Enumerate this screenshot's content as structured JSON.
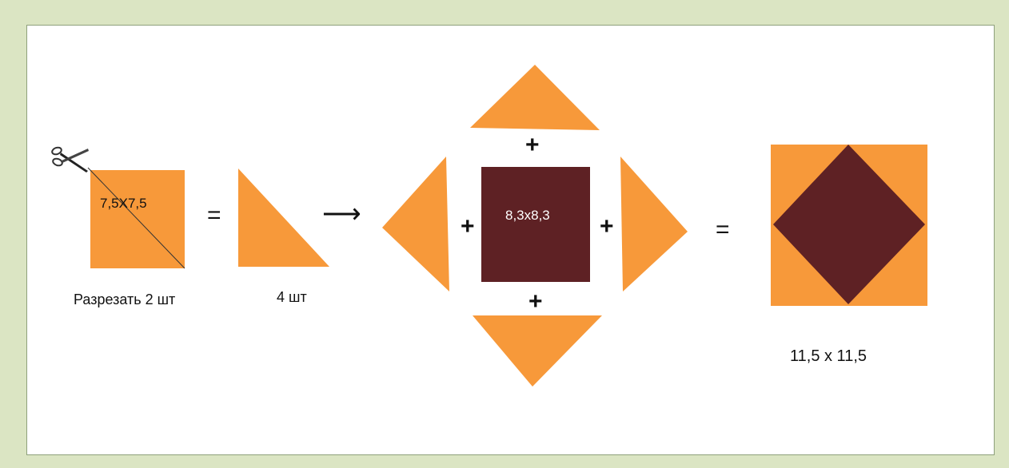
{
  "colors": {
    "background": "#dbe5c3",
    "panel": "#ffffff",
    "panel_border": "#8ea07b",
    "orange": "#f7993a",
    "maroon": "#5e2124"
  },
  "icons": [
    "scissors-icon"
  ],
  "labels": {
    "square_size": "7,5X7,5",
    "cut_note": "Разрезать 2 шт",
    "triangles_count": "4 шт",
    "center_size": "8,3x8,3",
    "result_size": "11,5 x 11,5",
    "equals": "=",
    "plus": "+",
    "arrow": "⟶"
  }
}
